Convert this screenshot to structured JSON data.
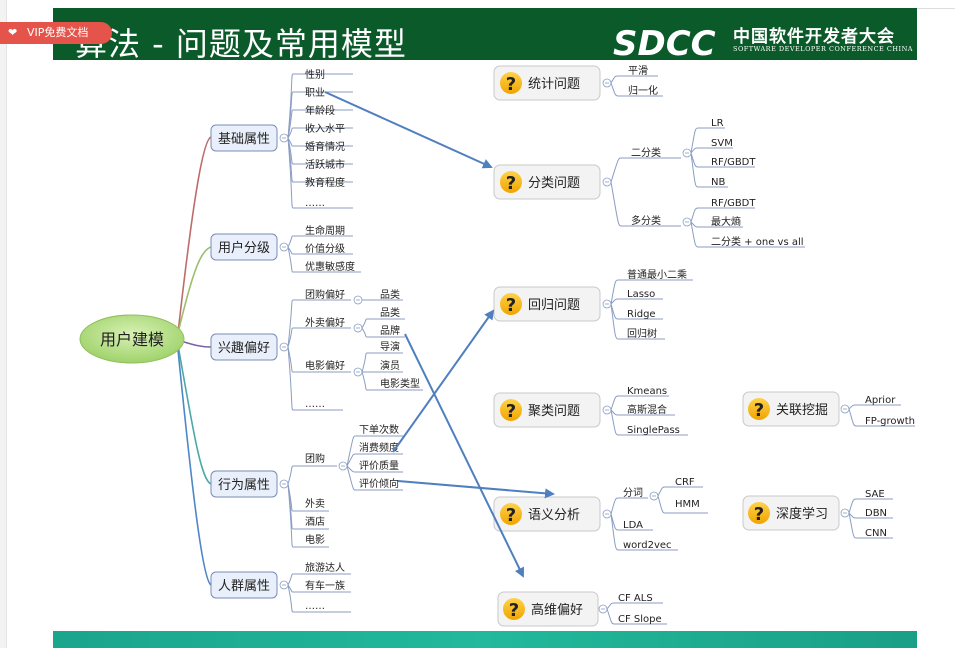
{
  "header": {
    "title": "算法 - 问题及常用模型",
    "logo": "SDCC",
    "logo_cn": "中国软件开发者大会",
    "logo_en": "SOFTWARE DEVELOPER CONFERENCE CHINA"
  },
  "badge": {
    "label": "VIP免费文档"
  },
  "root": "用户建模",
  "categories": {
    "basic": {
      "label": "基础属性",
      "items": [
        "性别",
        "职业",
        "年龄段",
        "收入水平",
        "婚育情况",
        "活跃城市",
        "教育程度",
        "……"
      ]
    },
    "segment": {
      "label": "用户分级",
      "items": [
        "生命周期",
        "价值分级",
        "优惠敏感度"
      ]
    },
    "interest": {
      "label": "兴趣偏好",
      "groupbuy": {
        "label": "团购偏好",
        "items": [
          "品类"
        ]
      },
      "takeout": {
        "label": "外卖偏好",
        "items": [
          "品类",
          "品牌"
        ]
      },
      "movie": {
        "label": "电影偏好",
        "items": [
          "导演",
          "演员",
          "电影类型"
        ]
      },
      "more": "……"
    },
    "behavior": {
      "label": "行为属性",
      "groupbuy": {
        "label": "团购",
        "items": [
          "下单次数",
          "消费频度",
          "评价质量",
          "评价倾向"
        ]
      },
      "others": [
        "外卖",
        "酒店",
        "电影"
      ]
    },
    "crowd": {
      "label": "人群属性",
      "items": [
        "旅游达人",
        "有车一族",
        "……"
      ]
    }
  },
  "problems": {
    "stats": {
      "label": "统计问题",
      "items": [
        "平滑",
        "归一化"
      ]
    },
    "classify": {
      "label": "分类问题",
      "binary": {
        "label": "二分类",
        "items": [
          "LR",
          "SVM",
          "RF/GBDT",
          "NB"
        ]
      },
      "multi": {
        "label": "多分类",
        "items": [
          "RF/GBDT",
          "最大熵",
          "二分类 + one vs all"
        ]
      }
    },
    "regression": {
      "label": "回归问题",
      "items": [
        "普通最小二乘",
        "Lasso",
        "Ridge",
        "回归树"
      ]
    },
    "cluster": {
      "label": "聚类问题",
      "items": [
        "Kmeans",
        "高斯混合",
        "SinglePass"
      ]
    },
    "semantic": {
      "label": "语义分析",
      "seg": {
        "label": "分词",
        "items": [
          "CRF",
          "HMM"
        ]
      },
      "items": [
        "LDA",
        "word2vec"
      ]
    },
    "highdim": {
      "label": "高维偏好",
      "items": [
        "CF ALS",
        "CF Slope"
      ]
    },
    "assoc": {
      "label": "关联挖掘",
      "items": [
        "Aprior",
        "FP-growth"
      ]
    },
    "deep": {
      "label": "深度学习",
      "items": [
        "SAE",
        "DBN",
        "CNN"
      ]
    }
  },
  "icons": {
    "question": "question-mark-icon",
    "collapse": "collapse-minus-icon",
    "badge": "heart-icon"
  },
  "colors": {
    "header": "#0b5a2a",
    "badge": "#e4544b",
    "arrow": "#4f7fbf",
    "root": "#9fd26a"
  }
}
